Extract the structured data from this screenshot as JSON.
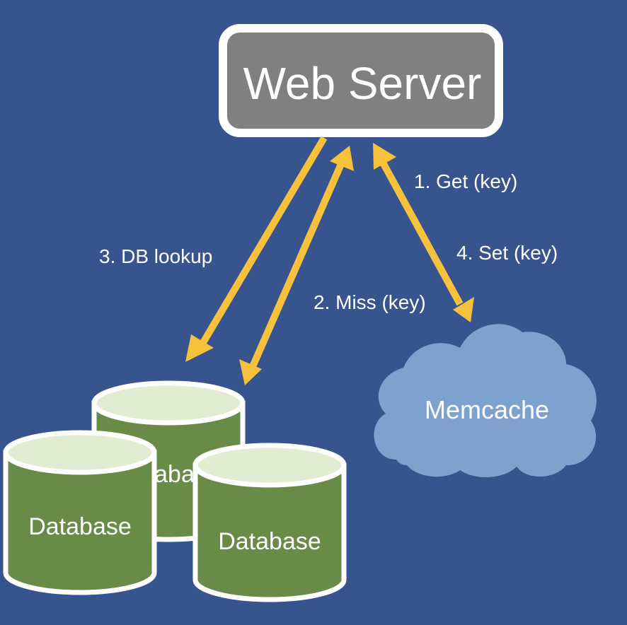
{
  "colors": {
    "background": "#38548f",
    "web_server_fill": "#808080",
    "web_server_border": "#ffffff",
    "arrow": "#f8c13c",
    "db_body": "#6a8a48",
    "db_top": "#e2ecd2",
    "db_border": "#ffffff",
    "cloud_fill": "#7fa1cd",
    "text": "#ffffff"
  },
  "nodes": {
    "web_server": "Web Server",
    "memcache": "Memcache",
    "databases": [
      "Database",
      "Database",
      "Database"
    ]
  },
  "edges": {
    "get": "1. Get (key)",
    "miss": "2. Miss (key)",
    "db_lookup": "3. DB lookup",
    "set": "4. Set (key)"
  }
}
